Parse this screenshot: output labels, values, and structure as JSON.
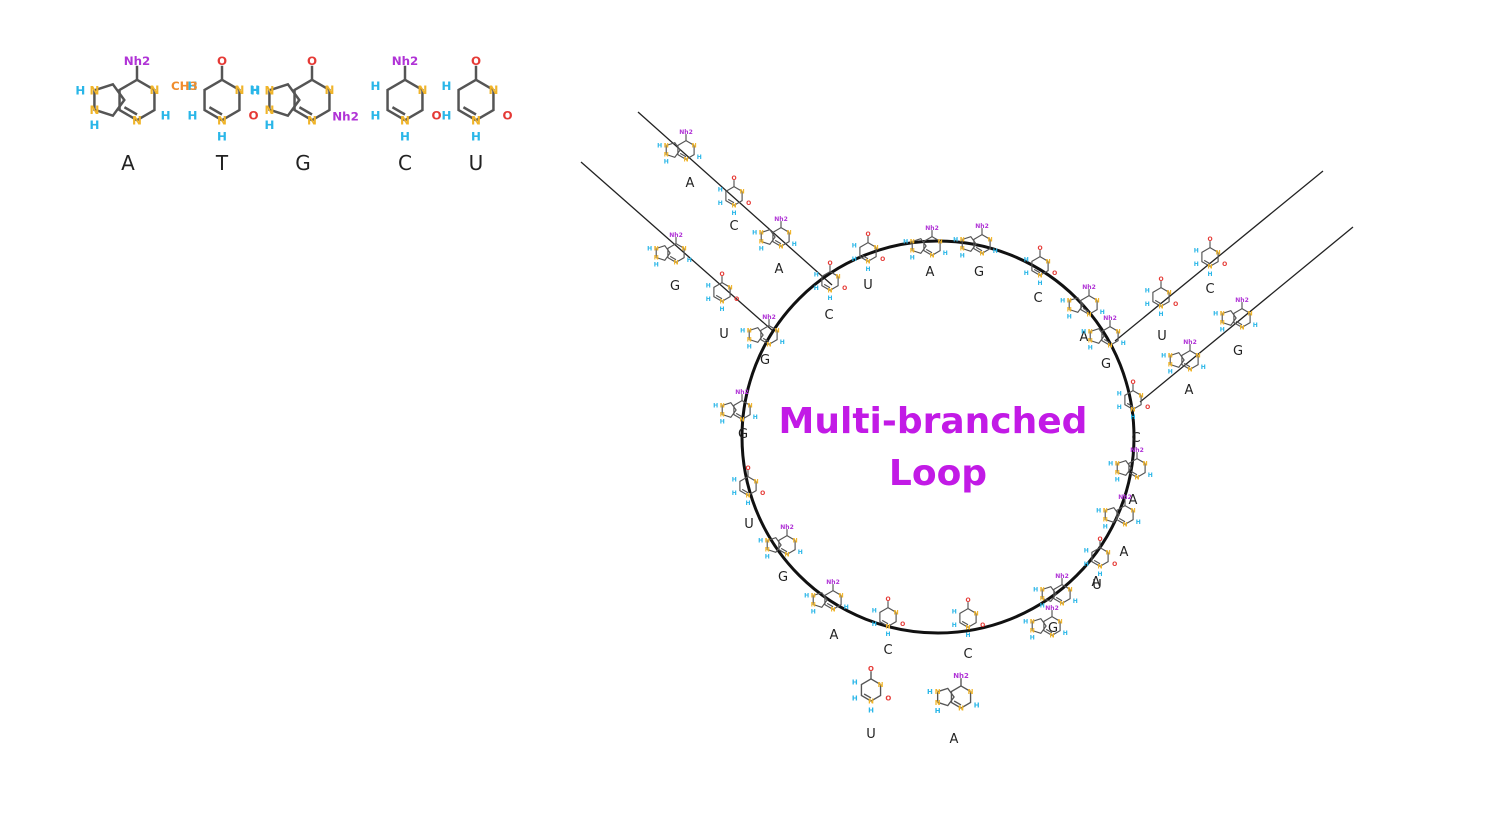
{
  "key": [
    {
      "letter": "A",
      "kind": "purine",
      "top_group": "Nh2",
      "ring_label": "N",
      "side_label": "H"
    },
    {
      "letter": "T",
      "kind": "thymine",
      "top_group": "O",
      "ring_label": "N",
      "side_label": "CH3",
      "side_h": "H"
    },
    {
      "letter": "G",
      "kind": "purine",
      "top_group": "O",
      "ring_label": "N",
      "side_label": "Nh2",
      "side_h": "H"
    },
    {
      "letter": "C",
      "kind": "pyrimidine",
      "top_group": "Nh2",
      "ring_label": "N",
      "side_label": "H"
    },
    {
      "letter": "U",
      "kind": "pyrimidine",
      "top_group": "O",
      "ring_label": "N",
      "side_label": "H"
    }
  ],
  "title": {
    "line1": "Multi-branched",
    "line2": "Loop"
  },
  "colors": {
    "title": "#c21ae6",
    "nitrogen": "#f0b429",
    "hydrogen": "#29b6e8",
    "oxygen": "#e53935",
    "amine": "#b033d6",
    "methyl": "#f08c2c",
    "bond": "#555555",
    "loop": "#111111"
  },
  "loop_nucleotides": [
    {
      "label": "U",
      "kind": "pyrimidine"
    },
    {
      "label": "A",
      "kind": "purine"
    },
    {
      "label": "G",
      "kind": "purine"
    },
    {
      "label": "C",
      "kind": "pyrimidine"
    },
    {
      "label": "A",
      "kind": "purine"
    },
    {
      "label": "G",
      "kind": "purine"
    },
    {
      "label": "C",
      "kind": "pyrimidine"
    },
    {
      "label": "A",
      "kind": "purine"
    },
    {
      "label": "A",
      "kind": "purine"
    },
    {
      "label": "U",
      "kind": "pyrimidine"
    },
    {
      "label": "A",
      "kind": "purine"
    },
    {
      "label": "G",
      "kind": "purine"
    },
    {
      "label": "C",
      "kind": "pyrimidine"
    },
    {
      "label": "C",
      "kind": "pyrimidine"
    },
    {
      "label": "A",
      "kind": "purine"
    },
    {
      "label": "G",
      "kind": "purine"
    },
    {
      "label": "U",
      "kind": "pyrimidine"
    },
    {
      "label": "G",
      "kind": "purine"
    },
    {
      "label": "G",
      "kind": "purine"
    },
    {
      "label": "C",
      "kind": "pyrimidine"
    }
  ],
  "branches": [
    {
      "name": "upper-left-outer",
      "nucleotides": [
        {
          "label": "G",
          "kind": "purine"
        },
        {
          "label": "U",
          "kind": "pyrimidine"
        }
      ]
    },
    {
      "name": "upper-left-inner",
      "nucleotides": [
        {
          "label": "A",
          "kind": "purine"
        },
        {
          "label": "C",
          "kind": "pyrimidine"
        },
        {
          "label": "A",
          "kind": "purine"
        }
      ]
    },
    {
      "name": "upper-right-inner",
      "nucleotides": [
        {
          "label": "U",
          "kind": "pyrimidine"
        },
        {
          "label": "C",
          "kind": "pyrimidine"
        }
      ]
    },
    {
      "name": "upper-right-outer",
      "nucleotides": [
        {
          "label": "A",
          "kind": "purine"
        },
        {
          "label": "G",
          "kind": "purine"
        }
      ]
    }
  ],
  "free_nucleotides": [
    {
      "label": "U",
      "kind": "pyrimidine"
    },
    {
      "label": "A",
      "kind": "purine"
    }
  ]
}
